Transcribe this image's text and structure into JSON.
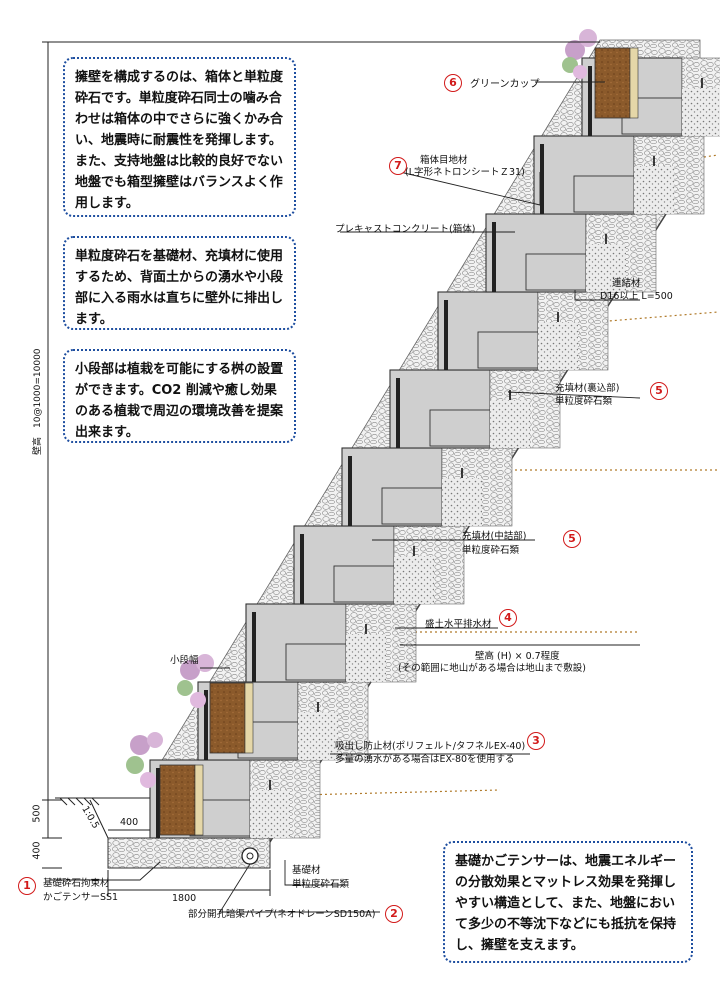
{
  "notes": {
    "top": "擁壁を構成するのは、箱体と単粒度砕石です。単粒度砕石同士の噛み合わせは箱体の中でさらに強くかみ合い、地震時に耐震性を発揮します。また、支持地盤は比較的良好でない地盤でも箱型擁壁はバランスよく作用します。",
    "middle": "単粒度砕石を基礎材、充填材に使用するため、背面土からの湧水や小段部に入る雨水は直ちに壁外に排出します。",
    "lower": "小段部は植栽を可能にする桝の設置ができます。CO2 削減や癒し効果のある植栽で周辺の環境改善を提案出来ます。",
    "bottom": "基礎かごテンサーは、地震エネルギーの分散効果とマットレス効果を発揮しやすい構造として、また、地盤において多少の不等沈下などにも抵抗を保持し、擁壁を支えます。"
  },
  "labels": {
    "green_cup": "グリーンカップ",
    "joint_material_1": "箱体目地材",
    "joint_material_2": "(L字形ネトロンシートＺ31)",
    "precast": "プレキャストコンクリート(箱体)",
    "connect_1": "連結材",
    "connect_2": "D16以上 L=500",
    "fill_back_1": "充填材(裏込部)",
    "fill_back_2": "単粒度砕石類",
    "fill_mid_1": "充填材(中詰部)",
    "fill_mid_2": "単粒度砕石類",
    "drain": "盛土水平排水材",
    "height_1": "壁高 (H) × 0.7程度",
    "height_2": "(その範囲に地山がある場合は地山まで敷設)",
    "step_width": "小段幅",
    "suction_1": "吸出し防止材(ポリフェルト/タフネルEX-40)",
    "suction_2": "多量の湧水がある場合はEX-80を使用する",
    "base_material_1": "基礎材",
    "base_material_2": "単粒度砕石類",
    "base_binder_1": "基礎砕石拘束材",
    "base_binder_2": "かごテンサーSS1",
    "pipe": "部分開孔暗渠パイプ(ネオドレーンSD150A)",
    "wall_height": "壁高　10@1000=10000",
    "dim_400": "400",
    "dim_500": "500",
    "dim_400v": "400",
    "dim_1800": "1800",
    "slope": "1:0.5"
  },
  "markers": {
    "n1": "1",
    "n2": "2",
    "n3": "3",
    "n4": "4",
    "n5a": "5",
    "n5b": "5",
    "n6": "6",
    "n7": "7"
  },
  "colors": {
    "concrete": "#cfcfcf",
    "marker_red": "#d21a1a",
    "note_border": "#1f4fa0",
    "soil_brown": "#8b5a2b",
    "gravel": "#eeeeee"
  }
}
